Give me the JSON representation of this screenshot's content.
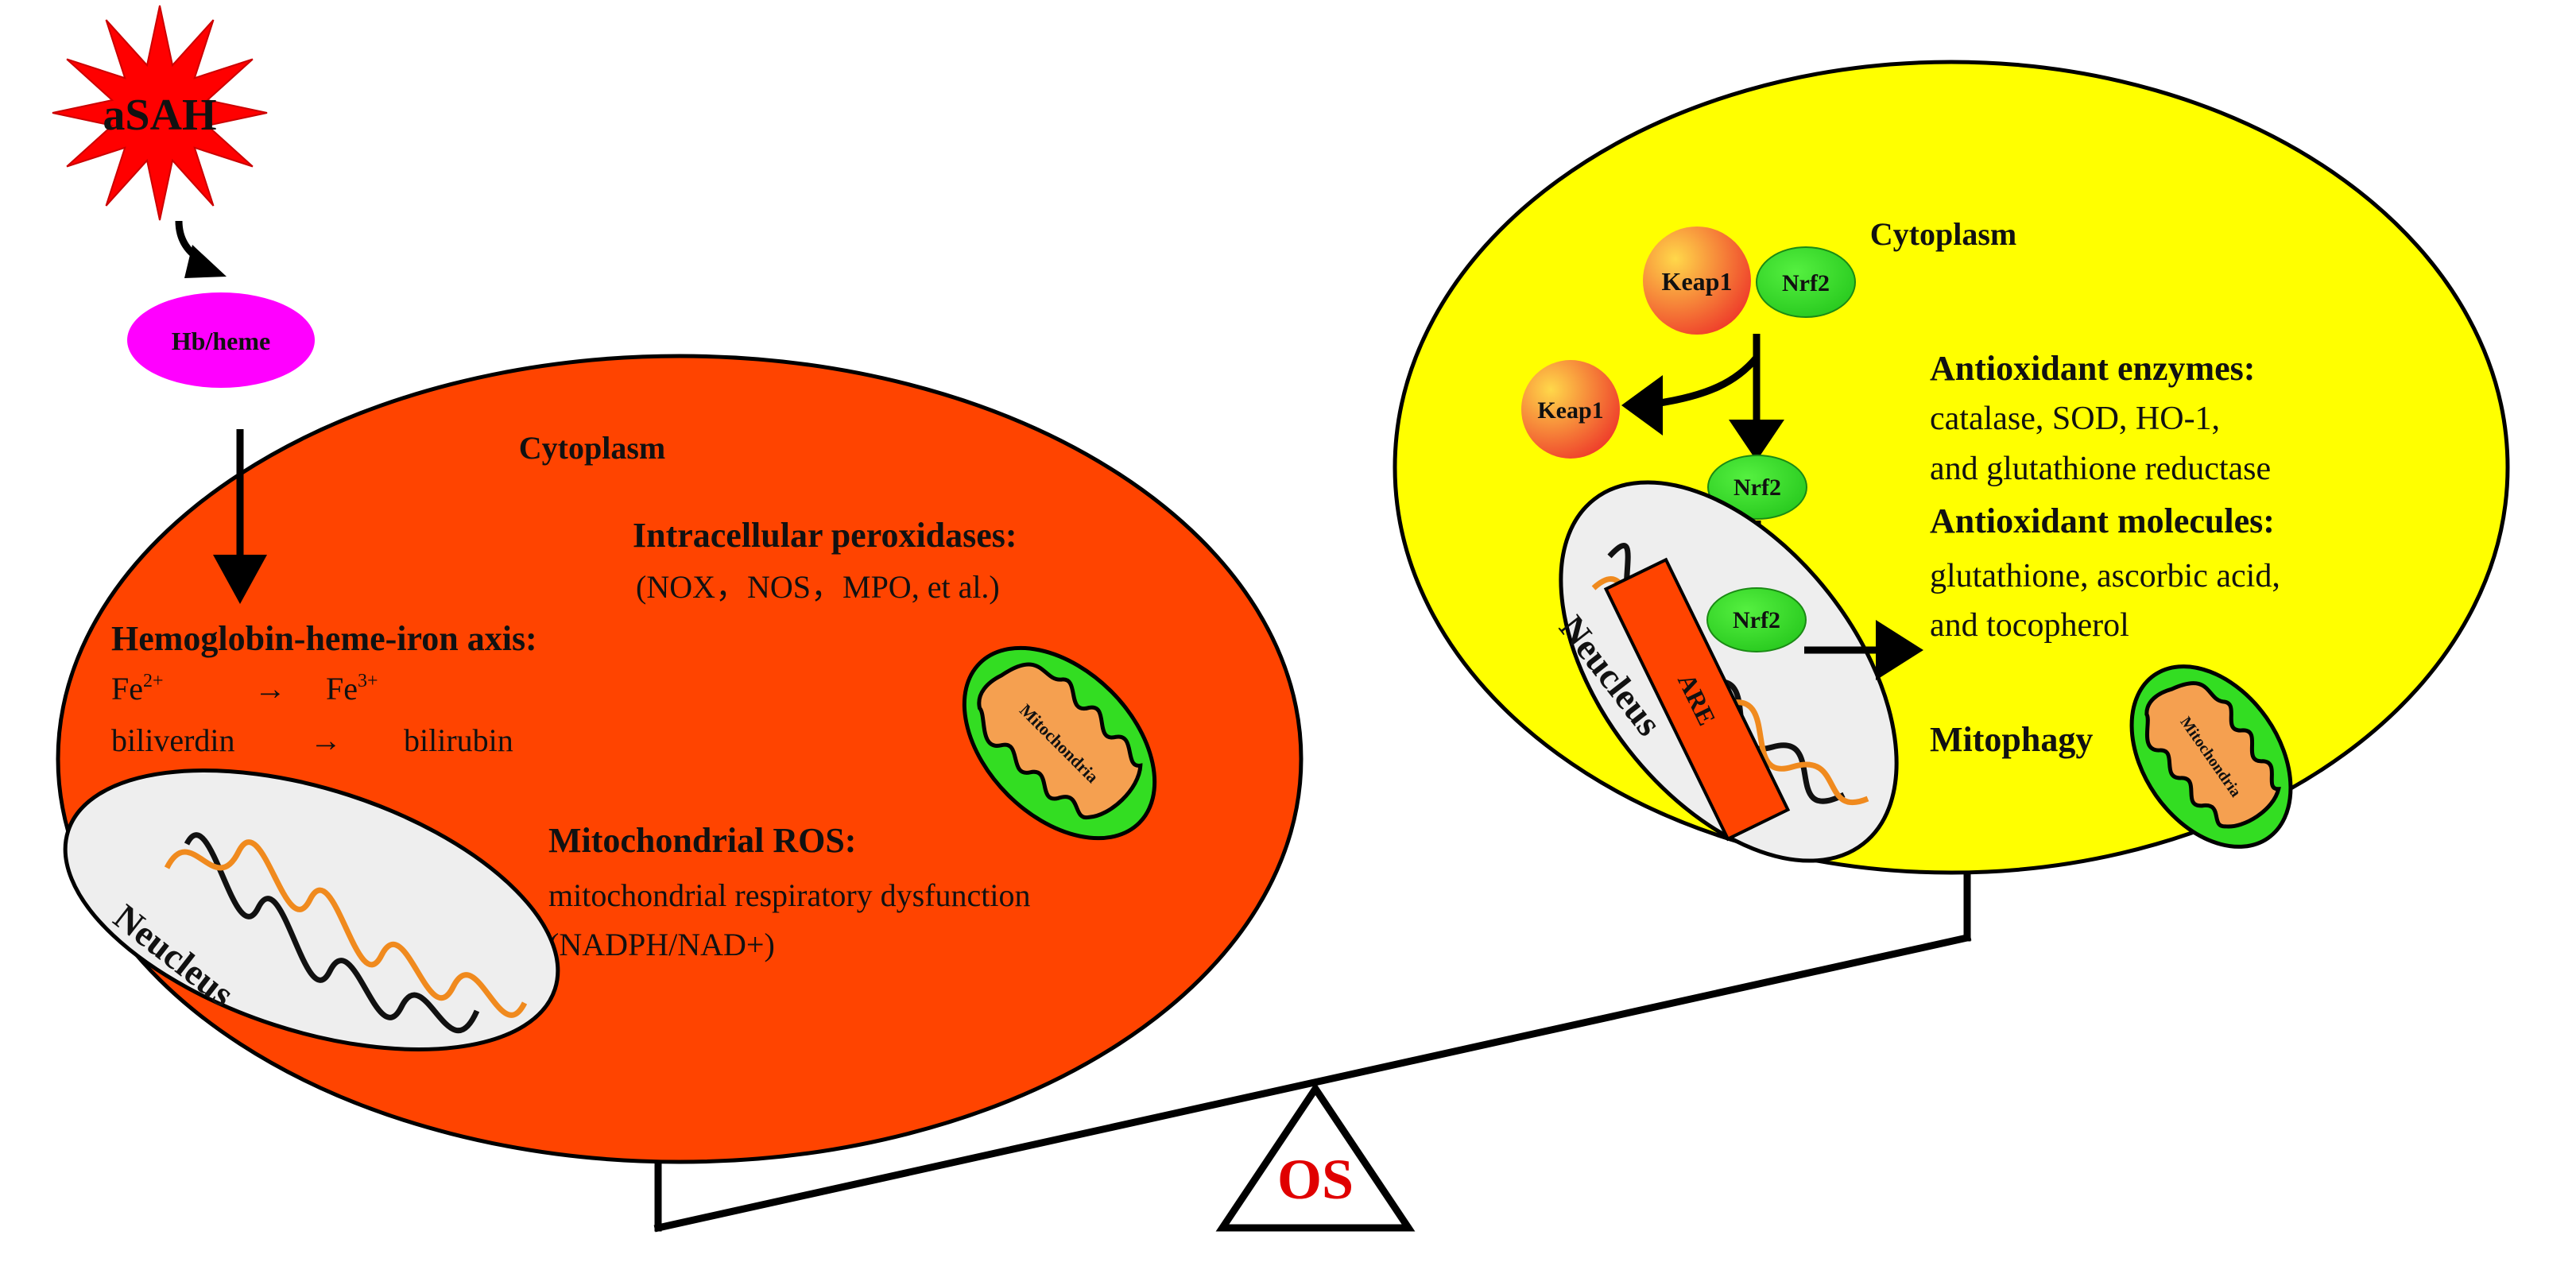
{
  "trigger": {
    "label": "aSAH"
  },
  "hb": {
    "label": "Hb/heme"
  },
  "left_cell": {
    "title": "Cytoplasm",
    "peroxidase_heading": "Intracellular peroxidases:",
    "peroxidase_list": "(NOX，NOS，MPO, et al.)",
    "axis_heading": "Hemoglobin-heme-iron axis:",
    "fe_from_base": "Fe",
    "fe_from_sup": "2+",
    "fe_arrow": "→",
    "fe_to_base": "Fe",
    "fe_to_sup": "3+",
    "bili_from": "biliverdin",
    "bili_arrow": "→",
    "bili_to": "bilirubin",
    "nucleus_label": "Neucleus",
    "mito_label": "Mitochondria",
    "mito_ros_heading": "Mitochondrial ROS:",
    "mito_ros_line1": "mitochondrial respiratory dysfunction",
    "mito_ros_line2": "(NADPH/NAD+)"
  },
  "right_cell": {
    "title": "Cytoplasm",
    "keap1_complex": "Keap1",
    "nrf2_complex": "Nrf2",
    "keap1_free": "Keap1",
    "nrf2_free": "Nrf2",
    "nrf2_nuclear": "Nrf2",
    "are_label": "ARE",
    "nucleus_label": "Neucleus",
    "enzymes_heading": "Antioxidant enzymes:",
    "enzymes_line1": "catalase, SOD, HO-1,",
    "enzymes_line2": "and glutathione reductase",
    "molecules_heading": "Antioxidant molecules:",
    "molecules_line1": "glutathione, ascorbic acid,",
    "molecules_line2": "and tocopherol",
    "mitophagy_label": "Mitophagy",
    "mito_label": "Mitochondria"
  },
  "fulcrum": {
    "label": "OS"
  },
  "colors": {
    "pro_oxidant_cell": "#ff4400",
    "antioxidant_cell": "#ffff00",
    "starburst": "#ff0000",
    "hb_heme": "#ff00ff",
    "nrf2": "#33dd22",
    "mito_outer": "#33dd22",
    "mito_inner": "#f5a050",
    "dna_orange": "#f08a1e",
    "os_text": "#e00000"
  }
}
